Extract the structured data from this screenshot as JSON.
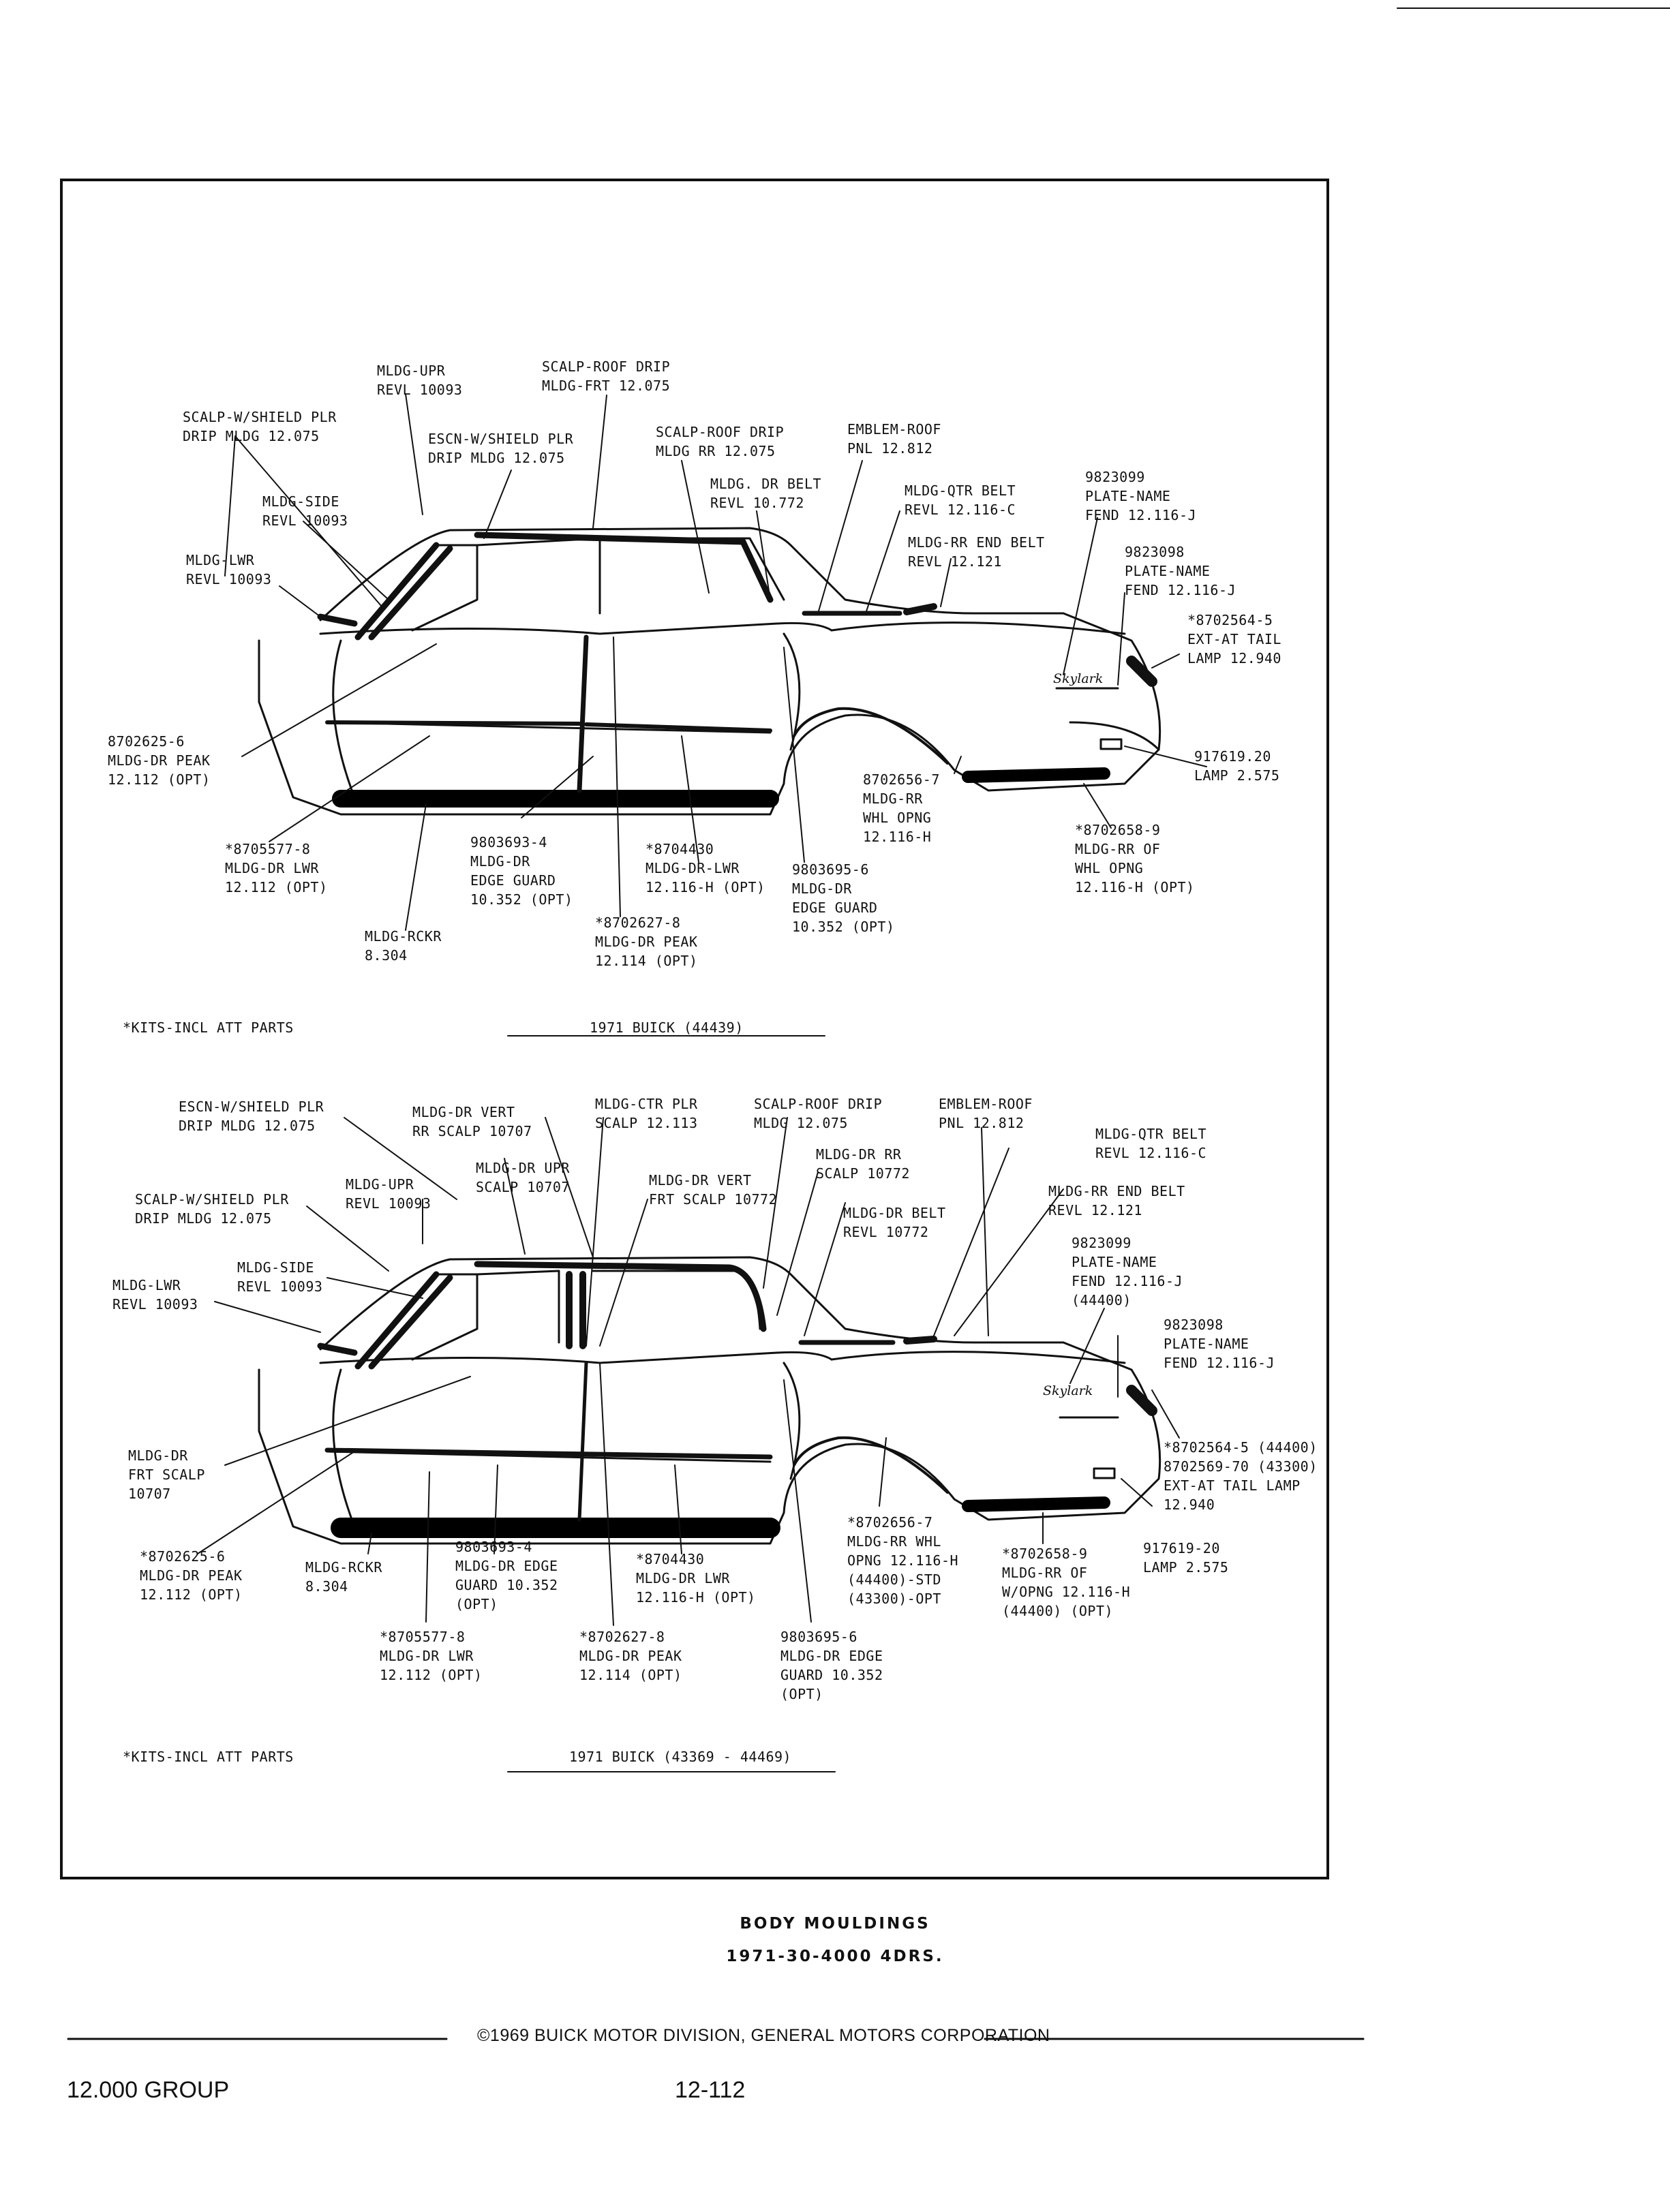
{
  "top_diagram": {
    "caption": "1971 BUICK (44439)",
    "kits_note": "*KITS-INCL ATT PARTS",
    "emblem": "Skylark",
    "labels": [
      {
        "id": "mldg-upr",
        "lines": [
          "MLDG-UPR",
          "REVL 10093"
        ]
      },
      {
        "id": "scalp-roof-drip-frt",
        "lines": [
          "SCALP-ROOF DRIP",
          "MLDG-FRT 12.075"
        ]
      },
      {
        "id": "scalp-wshield-plr",
        "lines": [
          "SCALP-W/SHIELD PLR",
          "DRIP MLDG 12.075"
        ]
      },
      {
        "id": "escn-wshield-plr",
        "lines": [
          "ESCN-W/SHIELD PLR",
          "DRIP MLDG 12.075"
        ]
      },
      {
        "id": "scalp-roof-drip-rr",
        "lines": [
          "SCALP-ROOF DRIP",
          "MLDG RR 12.075"
        ]
      },
      {
        "id": "emblem-roof",
        "lines": [
          "EMBLEM-ROOF",
          "PNL 12.812"
        ]
      },
      {
        "id": "plate-name-9823099",
        "lines": [
          "9823099",
          "PLATE-NAME",
          "FEND 12.116-J"
        ]
      },
      {
        "id": "mldg-side",
        "lines": [
          "MLDG-SIDE",
          "REVL 10093"
        ]
      },
      {
        "id": "mldg-dr-belt",
        "lines": [
          "MLDG. DR BELT",
          "REVL 10.772"
        ]
      },
      {
        "id": "mldg-qtr-belt",
        "lines": [
          "MLDG-QTR BELT",
          "REVL 12.116-C"
        ]
      },
      {
        "id": "mldg-rr-end-belt",
        "lines": [
          "MLDG-RR END BELT",
          "REVL 12.121"
        ]
      },
      {
        "id": "plate-name-9823098",
        "lines": [
          "9823098",
          "PLATE-NAME",
          "FEND 12.116-J"
        ]
      },
      {
        "id": "mldg-lwr",
        "lines": [
          "MLDG-LWR",
          "REVL 10093"
        ]
      },
      {
        "id": "ext-at-tail-lamp",
        "lines": [
          "*8702564-5",
          "EXT-AT TAIL",
          "LAMP 12.940"
        ]
      },
      {
        "id": "mldg-dr-peak-8702625",
        "lines": [
          "8702625-6",
          "MLDG-DR PEAK",
          "12.112 (OPT)"
        ]
      },
      {
        "id": "lamp-917619",
        "lines": [
          "917619.20",
          "LAMP 2.575"
        ]
      },
      {
        "id": "mldg-rr-whl-opng",
        "lines": [
          "8702656-7",
          "MLDG-RR",
          "WHL OPNG",
          "12.116-H"
        ]
      },
      {
        "id": "mldg-rr-of-whl-opng",
        "lines": [
          "*8702658-9",
          "MLDG-RR OF",
          "WHL OPNG",
          "12.116-H (OPT)"
        ]
      },
      {
        "id": "mldg-dr-lwr-8705577",
        "lines": [
          "*8705577-8",
          "MLDG-DR LWR",
          "12.112 (OPT)"
        ]
      },
      {
        "id": "mldg-dr-edge-guard-9803693",
        "lines": [
          "9803693-4",
          "MLDG-DR",
          "EDGE GUARD",
          "10.352 (OPT)"
        ]
      },
      {
        "id": "mldg-dr-lwr-8704430",
        "lines": [
          "*8704430",
          "MLDG-DR-LWR",
          "12.116-H (OPT)"
        ]
      },
      {
        "id": "mldg-dr-edge-guard-9803695",
        "lines": [
          "9803695-6",
          "MLDG-DR",
          "EDGE GUARD",
          "10.352 (OPT)"
        ]
      },
      {
        "id": "mldg-dr-peak-8702627",
        "lines": [
          "*8702627-8",
          "MLDG-DR PEAK",
          "12.114 (OPT)"
        ]
      },
      {
        "id": "mldg-rckr",
        "lines": [
          "MLDG-RCKR",
          "8.304"
        ]
      }
    ]
  },
  "bottom_diagram": {
    "caption": "1971 BUICK (43369 - 44469)",
    "kits_note": "*KITS-INCL ATT PARTS",
    "emblem": "Skylark",
    "labels": [
      {
        "id": "escn-wshield-plr",
        "lines": [
          "ESCN-W/SHIELD PLR",
          "DRIP MLDG 12.075"
        ]
      },
      {
        "id": "mldg-dr-vert-rr",
        "lines": [
          "MLDG-DR VERT",
          "RR SCALP 10707"
        ]
      },
      {
        "id": "mldg-ctr-plr",
        "lines": [
          "MLDG-CTR PLR",
          "SCALP 12.113"
        ]
      },
      {
        "id": "scalp-roof-drip",
        "lines": [
          "SCALP-ROOF DRIP",
          "MLDG 12.075"
        ]
      },
      {
        "id": "emblem-roof",
        "lines": [
          "EMBLEM-ROOF",
          "PNL 12.812"
        ]
      },
      {
        "id": "mldg-qtr-belt",
        "lines": [
          "MLDG-QTR BELT",
          "REVL 12.116-C"
        ]
      },
      {
        "id": "mldg-dr-upr-scalp",
        "lines": [
          "MLDG-DR UPR",
          "SCALP 10707"
        ]
      },
      {
        "id": "mldg-dr-rr-scalp",
        "lines": [
          "MLDG-DR RR",
          "SCALP 10772"
        ]
      },
      {
        "id": "mldg-upr",
        "lines": [
          "MLDG-UPR",
          "REVL 10093"
        ]
      },
      {
        "id": "mldg-dr-vert-frt",
        "lines": [
          "MLDG-DR VERT",
          "FRT SCALP 10772"
        ]
      },
      {
        "id": "mldg-rr-end-belt",
        "lines": [
          "MLDG-RR END BELT",
          "REVL 12.121"
        ]
      },
      {
        "id": "scalp-wshield-plr",
        "lines": [
          "SCALP-W/SHIELD PLR",
          "DRIP MLDG 12.075"
        ]
      },
      {
        "id": "mldg-dr-belt",
        "lines": [
          "MLDG-DR BELT",
          "REVL 10772"
        ]
      },
      {
        "id": "plate-name-9823099",
        "lines": [
          "9823099",
          "PLATE-NAME",
          "FEND 12.116-J",
          "(44400)"
        ]
      },
      {
        "id": "mldg-side",
        "lines": [
          "MLDG-SIDE",
          "REVL 10093"
        ]
      },
      {
        "id": "mldg-lwr",
        "lines": [
          "MLDG-LWR",
          "REVL 10093"
        ]
      },
      {
        "id": "plate-name-9823098",
        "lines": [
          "9823098",
          "PLATE-NAME",
          "FEND 12.116-J"
        ]
      },
      {
        "id": "ext-at-tail-lamp",
        "lines": [
          "*8702564-5 (44400)",
          "8702569-70 (43300)",
          "EXT-AT TAIL LAMP",
          "12.940"
        ]
      },
      {
        "id": "mldg-dr-frt-scalp",
        "lines": [
          "MLDG-DR",
          "FRT SCALP",
          "10707"
        ]
      },
      {
        "id": "mldg-rr-whl-opng",
        "lines": [
          "*8702656-7",
          "MLDG-RR WHL",
          "OPNG 12.116-H",
          "(44400)-STD",
          "(43300)-OPT"
        ]
      },
      {
        "id": "mldg-dr-peak-8702625",
        "lines": [
          "*8702625-6",
          "MLDG-DR PEAK",
          "12.112 (OPT)"
        ]
      },
      {
        "id": "mldg-rckr",
        "lines": [
          "MLDG-RCKR",
          "8.304"
        ]
      },
      {
        "id": "mldg-dr-edge-guard-9803693",
        "lines": [
          "9803693-4",
          "MLDG-DR EDGE",
          "GUARD 10.352",
          "(OPT)"
        ]
      },
      {
        "id": "mldg-dr-lwr-8704430",
        "lines": [
          "*8704430",
          "MLDG-DR LWR",
          "12.116-H (OPT)"
        ]
      },
      {
        "id": "mldg-rr-of-whl-opng",
        "lines": [
          "*8702658-9",
          "MLDG-RR OF",
          "W/OPNG 12.116-H",
          "(44400) (OPT)"
        ]
      },
      {
        "id": "lamp-917619",
        "lines": [
          "917619-20",
          "LAMP 2.575"
        ]
      },
      {
        "id": "mldg-dr-lwr-8705577",
        "lines": [
          "*8705577-8",
          "MLDG-DR LWR",
          "12.112 (OPT)"
        ]
      },
      {
        "id": "mldg-dr-peak-8702627",
        "lines": [
          "*8702627-8",
          "MLDG-DR PEAK",
          "12.114 (OPT)"
        ]
      },
      {
        "id": "mldg-dr-edge-guard-9803695",
        "lines": [
          "9803695-6",
          "MLDG-DR EDGE",
          "GUARD 10.352",
          "(OPT)"
        ]
      }
    ]
  },
  "page": {
    "title": "BODY MOULDINGS",
    "subtitle": "1971-30-4000 4DRS.",
    "copyright": "©1969 BUICK MOTOR DIVISION, GENERAL MOTORS CORPORATION",
    "group": "12.000 GROUP",
    "page_number": "12-112"
  }
}
